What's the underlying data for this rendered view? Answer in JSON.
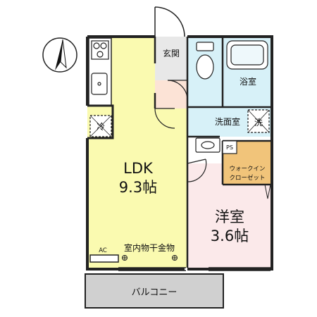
{
  "colors": {
    "ldk": "#fafab0",
    "western": "#fbe9ea",
    "wet": "#d7f1f8",
    "entrance": "#e8e8e8",
    "hall": "#fce3d6",
    "closet": "#f1c47a",
    "balcony": "#d0d0d0",
    "wall": "#222222"
  },
  "compass": {
    "icon": "north-arrow-icon"
  },
  "rooms": {
    "entrance": "玄関",
    "bath": "浴室",
    "washroom": "洗面室",
    "ldk_name": "LDK",
    "ldk_size": "9.3帖",
    "western_name": "洋室",
    "western_size": "3.6帖",
    "closet_line1": "ウォークイン",
    "closet_line2": "クローゼット",
    "ps": "PS",
    "balcony": "バルコニー"
  },
  "fixtures": {
    "ac": "AC",
    "drying_rack": "室内物干金物",
    "fridge_symbol": "冷",
    "washer_symbol": "洗"
  }
}
